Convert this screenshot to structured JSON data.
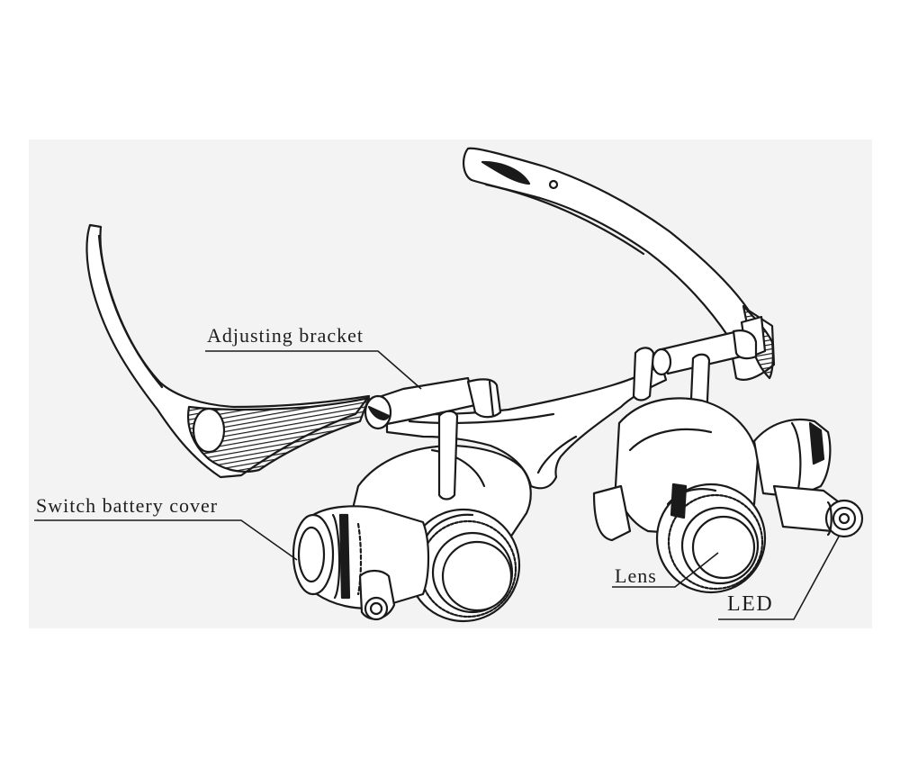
{
  "diagram": {
    "callouts": {
      "adjusting_bracket": "Adjusting bracket",
      "switch_battery_cover": "Switch battery cover",
      "lens": "Lens",
      "led": "LED"
    }
  }
}
